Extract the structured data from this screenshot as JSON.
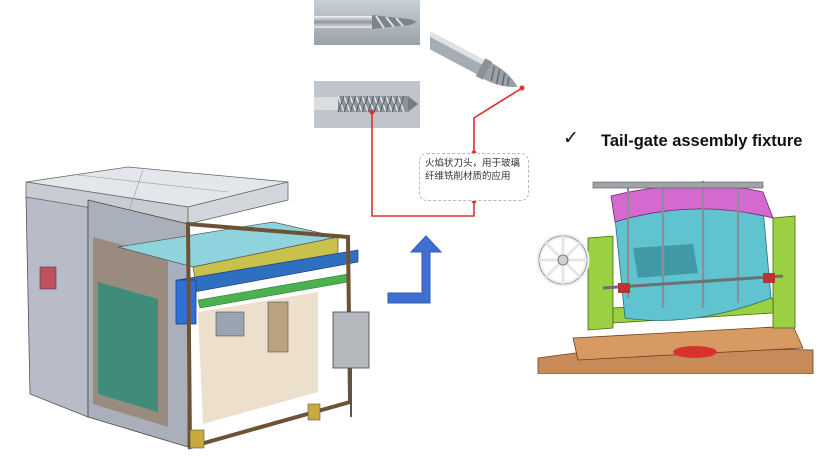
{
  "note": {
    "text": "火焰状刀头，用于玻璃纤维铣削材质的应用"
  },
  "fixture": {
    "check_symbol": "✓",
    "title": "Tail-gate assembly fixture"
  },
  "images": {
    "drill_bit": "drill-bit-photo",
    "flame_cutter": "flame-cutter-photo",
    "router_bit": "knurled-router-bit-photo",
    "machine": "enclosed-cutting-cell-render",
    "fixture": "tail-gate-fixture-render"
  },
  "colors": {
    "connector_red": "#e03030",
    "arrow_blue": "#3f6fd0"
  }
}
